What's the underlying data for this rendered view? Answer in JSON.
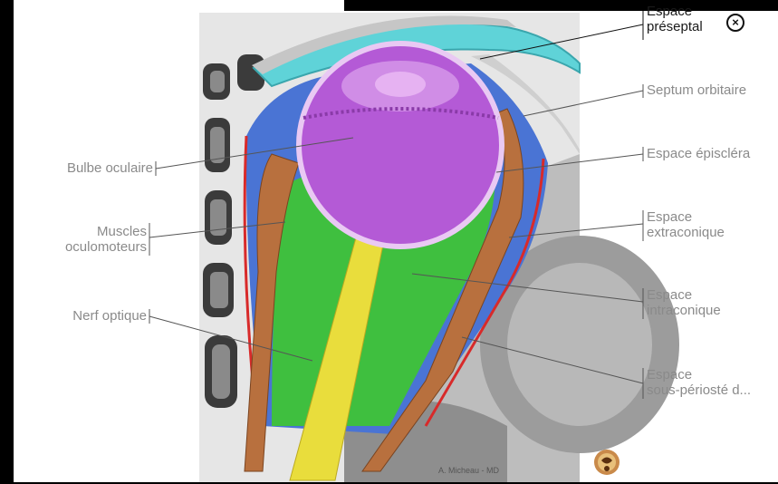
{
  "labels": {
    "espace_preseptal_1": "Espace",
    "espace_preseptal_2": "préseptal",
    "septum_orbitaire": "Septum orbitaire",
    "espace_episclera": "Espace épiscléra",
    "espace_extraconique_1": "Espace",
    "espace_extraconique_2": "extraconique",
    "espace_intraconique_1": "Espace",
    "espace_intraconique_2": "intraconique",
    "espace_souperioste_1": "Espace",
    "espace_souperioste_2": "sous-périosté d...",
    "bulbe_oculaire": "Bulbe oculaire",
    "muscles_1": "Muscles",
    "muscles_2": "oculomoteurs",
    "nerf_optique": "Nerf optique"
  },
  "credit": "A. Micheau - MD",
  "close_glyph": "×",
  "icons": {
    "close": "close-circle-icon",
    "logo": "brain-logo-icon"
  },
  "colors": {
    "preseptal": "#5fd3d8",
    "extraconique": "#4a74d4",
    "intraconique": "#3fbf3f",
    "globe": "#b45ad6",
    "muscle": "#b8703e",
    "nerve": "#e9dd3c",
    "periosteum": "#d82a2a",
    "bone": "#d9d9d9"
  }
}
